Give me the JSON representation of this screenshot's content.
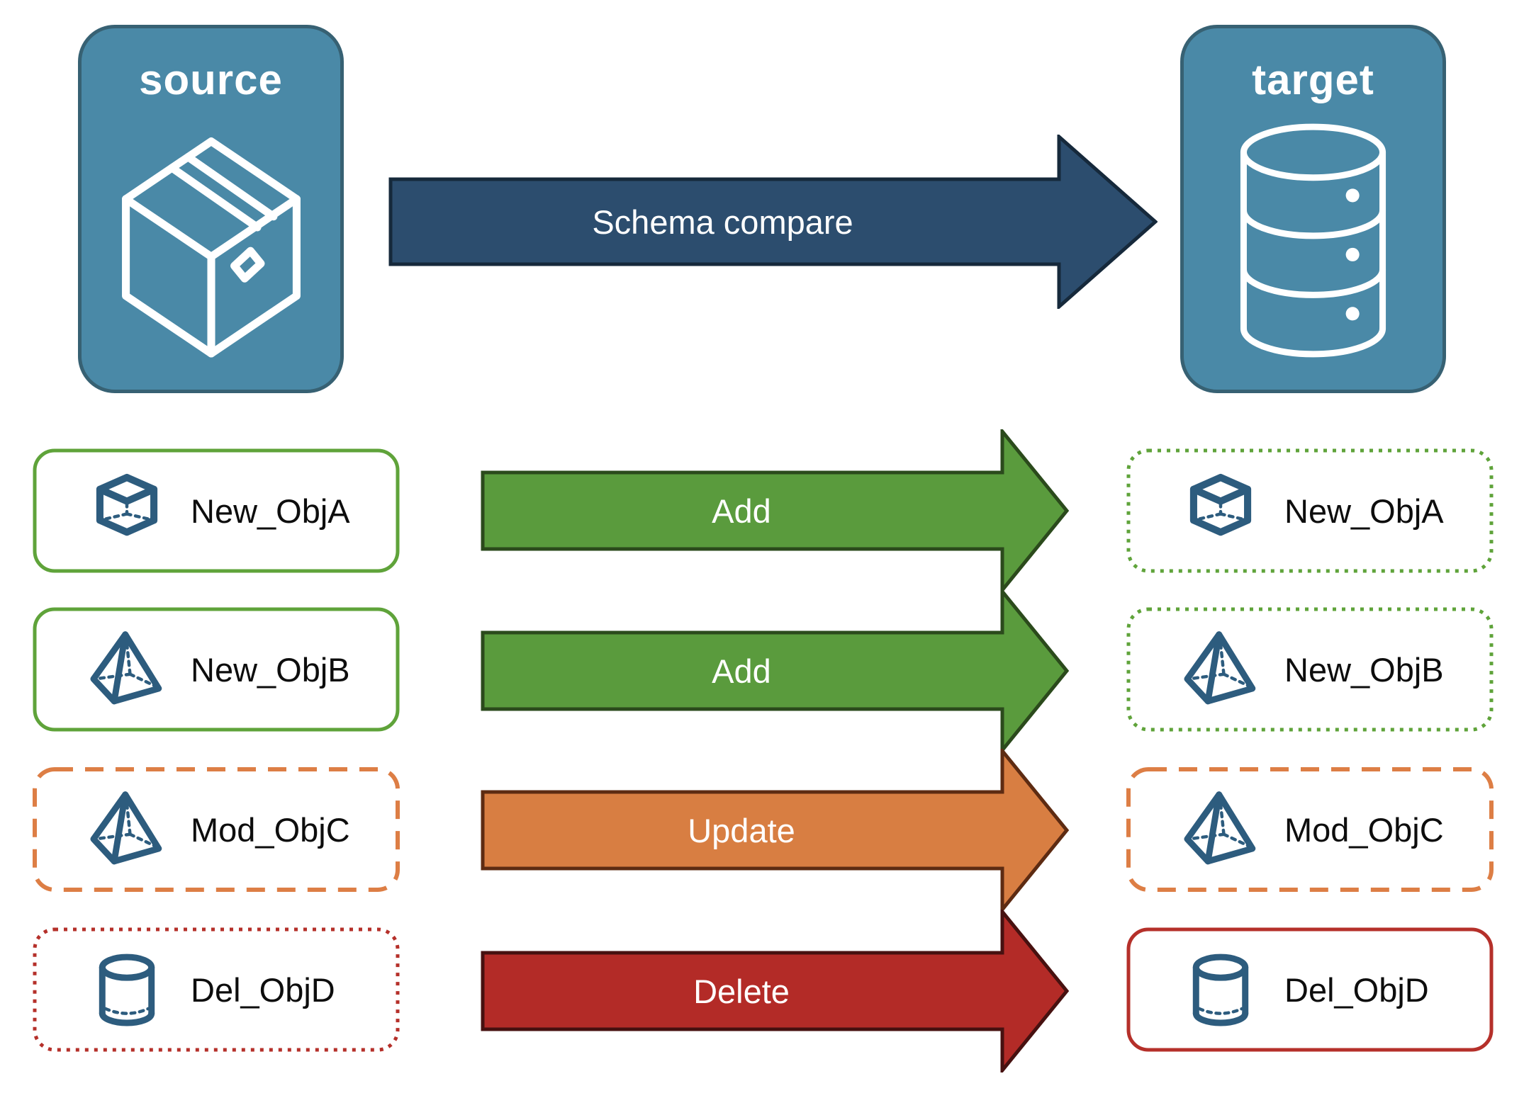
{
  "nodes": {
    "source": {
      "label": "source",
      "icon": "package-icon"
    },
    "target": {
      "label": "target",
      "icon": "database-icon"
    }
  },
  "main_arrow": {
    "label": "Schema compare",
    "fill": "#2c4d6e",
    "stroke": "#16293b"
  },
  "rows": [
    {
      "name": "New_ObjA",
      "object_icon": "cube-icon",
      "action": "Add",
      "arrow_fill": "#5a9b3d",
      "arrow_stroke": "#2b4a1c",
      "source_box_border": "solid green",
      "target_box_border": "dotted green"
    },
    {
      "name": "New_ObjB",
      "object_icon": "pyramid-icon",
      "action": "Add",
      "arrow_fill": "#5a9b3d",
      "arrow_stroke": "#2b4a1c",
      "source_box_border": "solid green",
      "target_box_border": "dotted green"
    },
    {
      "name": "Mod_ObjC",
      "object_icon": "pyramid-icon",
      "action": "Update",
      "arrow_fill": "#d87e42",
      "arrow_stroke": "#5d2b12",
      "source_box_border": "dashed orange",
      "target_box_border": "dashed orange"
    },
    {
      "name": "Del_ObjD",
      "object_icon": "cylinder-icon",
      "action": "Delete",
      "arrow_fill": "#b32b27",
      "arrow_stroke": "#471110",
      "source_box_border": "dotted red",
      "target_box_border": "solid red"
    }
  ],
  "colors": {
    "node_fill": "#4a89a7",
    "node_border": "#376173",
    "green_border": "#5fa33a",
    "orange_border": "#dd7e45",
    "red_border": "#b5302a",
    "object_icon_stroke": "#2d5c7e",
    "label_text": "#0d0d0d",
    "arrow_text": "#ffffff"
  }
}
